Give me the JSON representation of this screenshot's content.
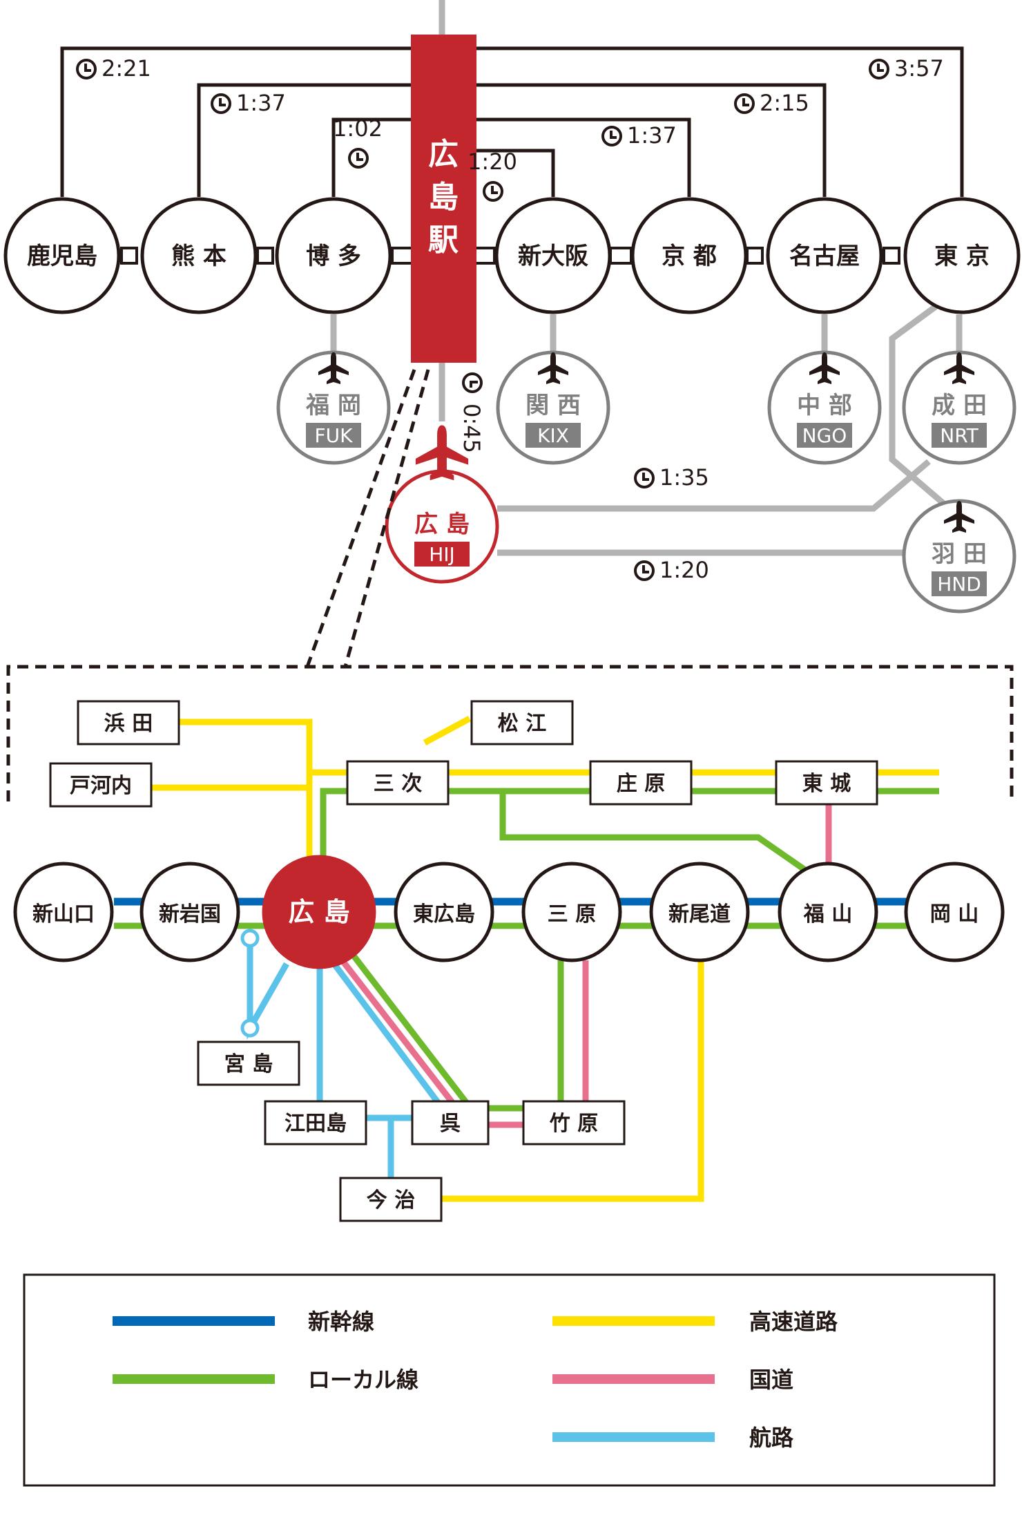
{
  "hub": {
    "label": "広島駅"
  },
  "colors": {
    "hub_red": "#c1272d",
    "black": "#231815",
    "gray": "#b3b3b3",
    "airport_gray": "#808080",
    "shinkansen": "#0068b7",
    "local": "#6fba2c",
    "expressway": "#ffe100",
    "national_road": "#e8708e",
    "ferry": "#5bc2ea"
  },
  "top_stations": [
    {
      "id": "kagoshima",
      "label": "鹿児島"
    },
    {
      "id": "kumamoto",
      "label": "熊 本"
    },
    {
      "id": "hakata",
      "label": "博 多"
    },
    {
      "id": "shinosaka",
      "label": "新大阪"
    },
    {
      "id": "kyoto",
      "label": "京 都"
    },
    {
      "id": "nagoya",
      "label": "名古屋"
    },
    {
      "id": "tokyo",
      "label": "東 京"
    }
  ],
  "travel_times": {
    "kagoshima": "2:21",
    "kumamoto": "1:37",
    "hakata": "1:02",
    "shinosaka": "1:20",
    "kyoto": "1:37",
    "nagoya": "2:15",
    "tokyo": "3:57",
    "hiroshima_airport": "0:45",
    "hij_narita": "1:35",
    "hij_haneda": "1:20"
  },
  "airports": [
    {
      "id": "fuk",
      "name": "福 岡",
      "code": "FUK"
    },
    {
      "id": "kix",
      "name": "関 西",
      "code": "KIX"
    },
    {
      "id": "ngo",
      "name": "中 部",
      "code": "NGO"
    },
    {
      "id": "nrt",
      "name": "成 田",
      "code": "NRT"
    },
    {
      "id": "hnd",
      "name": "羽 田",
      "code": "HND"
    },
    {
      "id": "hij",
      "name": "広 島",
      "code": "HIJ"
    }
  ],
  "regional_stations": [
    {
      "id": "shinyamaguchi",
      "label": "新山口"
    },
    {
      "id": "shiniwakuni",
      "label": "新岩国"
    },
    {
      "id": "hiroshima",
      "label": "広 島"
    },
    {
      "id": "higashihiroshima",
      "label": "東広島"
    },
    {
      "id": "mihara",
      "label": "三 原"
    },
    {
      "id": "shinonomichi",
      "label": "新尾道"
    },
    {
      "id": "fukuyama",
      "label": "福 山"
    },
    {
      "id": "okayama",
      "label": "岡 山"
    }
  ],
  "places": [
    {
      "id": "hamada",
      "label": "浜 田"
    },
    {
      "id": "matsue",
      "label": "松 江"
    },
    {
      "id": "togouchi",
      "label": "戸河内"
    },
    {
      "id": "miyoshi",
      "label": "三 次"
    },
    {
      "id": "shobara",
      "label": "庄 原"
    },
    {
      "id": "tojo",
      "label": "東 城"
    },
    {
      "id": "miyajima",
      "label": "宮 島"
    },
    {
      "id": "etajima",
      "label": "江田島"
    },
    {
      "id": "kure",
      "label": "呉"
    },
    {
      "id": "takehara",
      "label": "竹 原"
    },
    {
      "id": "imabari",
      "label": "今 治"
    }
  ],
  "legend": [
    {
      "id": "shinkansen",
      "label": "新幹線"
    },
    {
      "id": "local",
      "label": "ローカル線"
    },
    {
      "id": "expressway",
      "label": "高速道路"
    },
    {
      "id": "national_road",
      "label": "国道"
    },
    {
      "id": "ferry",
      "label": "航路"
    }
  ]
}
